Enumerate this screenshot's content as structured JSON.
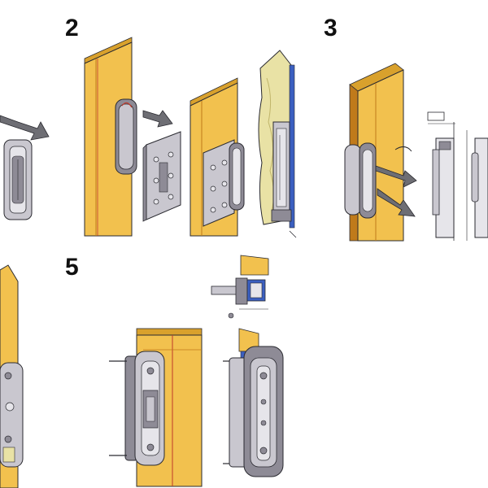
{
  "steps": [
    {
      "number": "2"
    },
    {
      "number": "3"
    },
    {
      "number": "5"
    }
  ],
  "colors": {
    "wood": "#f2c14e",
    "wood_dark": "#d9a12c",
    "wood_edge": "#c07a1a",
    "metal": "#c9c7cf",
    "metal_dark": "#8e8b96",
    "metal_light": "#e6e5ea",
    "arrow": "#6e6e74",
    "outline": "#2a2a30",
    "blue": "#3b5fc0",
    "red_line": "#c0392b",
    "leaf": "#e9e2a5"
  }
}
